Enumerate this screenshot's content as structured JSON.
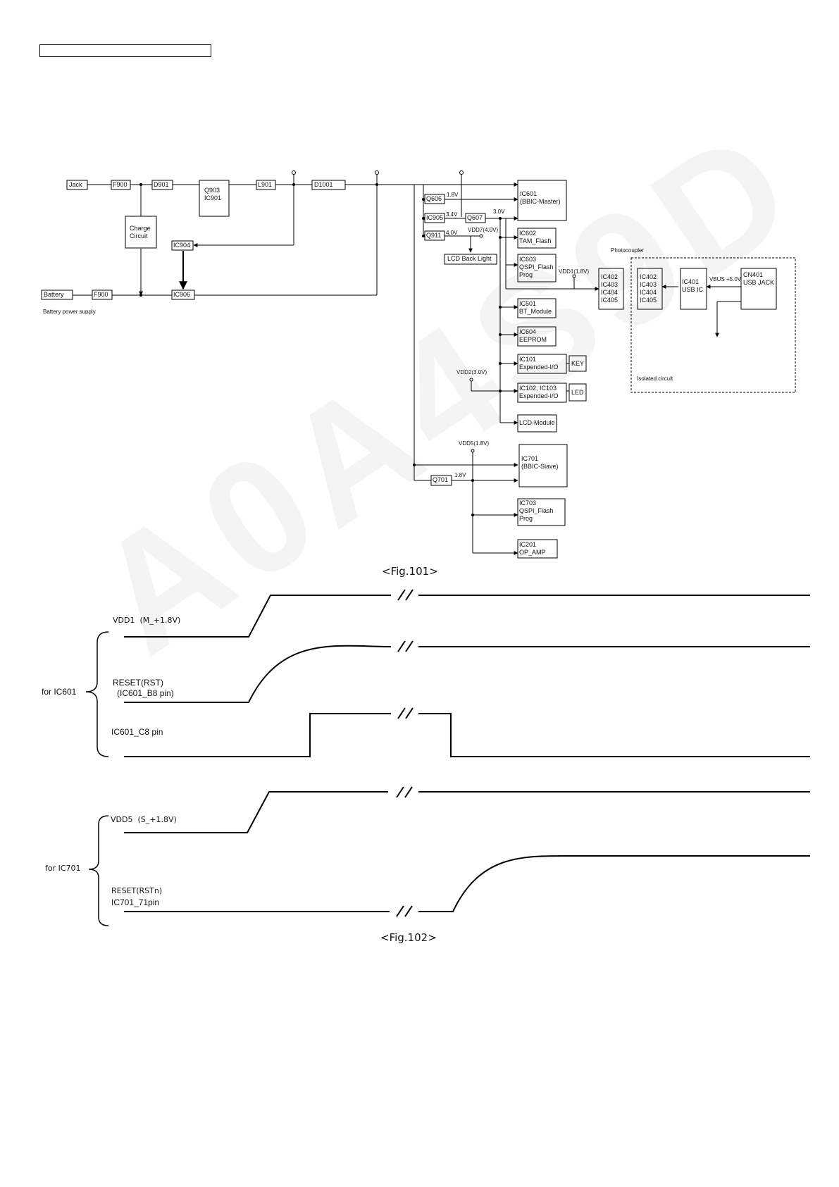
{
  "watermark": "A0A4S9D",
  "fig101": {
    "caption": "<Fig.101>",
    "blocks": {
      "jack": "Jack",
      "f900a": "F900",
      "d901": "D901",
      "q903": "Q903\nIC901",
      "l901": "L901",
      "d1001": "D1001",
      "charge": "Charge\nCircuit",
      "ic904": "IC904",
      "battery": "Battery",
      "f900b": "F900",
      "ic906": "IC906",
      "q606": "Q606",
      "ic905": "IC905",
      "q607": "Q607",
      "q911": "Q911",
      "lcd_back": "LCD Back Light",
      "ic601": "IC601\n(BBIC-Master)",
      "ic602": "IC602\nTAM_Flash",
      "ic603": "IC603\nQSPI_Flash\nProg",
      "ic402a": "IC402\nIC403\nIC404\nIC405",
      "ic501": "IC501\nBT_Module",
      "ic604": "IC604\nEEPROM",
      "ic101": "IC101\nExpended-I/O",
      "key": "KEY",
      "ic102": "IC102, IC103\nExpended-I/O",
      "led": "LED",
      "lcd_mod": "LCD-Module",
      "ic701": "IC701\n(BBIC-Slave)",
      "q701": "Q701",
      "ic703": "IC703\nQSPI_Flash\nProg",
      "ic201": "IC201\nOP_AMP",
      "ic402b": "IC402\nIC403\nIC404\nIC405",
      "ic401": "IC401\nUSB IC",
      "cn401": "CN401\nUSB JACK"
    },
    "labels": {
      "battery_supply": "Battery power supply",
      "v18a": "1.8V",
      "v34": "3.4V",
      "v30": "3.0V",
      "v40": "4.0V",
      "vdd7": "VDD7(4.0V)",
      "vdd1": "VDD1(1.8V)",
      "vdd2": "VDD2(3.0V)",
      "vdd5": "VDD5(1.8V)",
      "v18b": "1.8V",
      "photocoupler": "Photocoupler",
      "vbus": "VBUS +5.0V",
      "isolated": "Isolated circuit"
    }
  },
  "fig102": {
    "caption": "<Fig.102>",
    "group_ic601": "for IC601",
    "group_ic701": "for IC701",
    "vdd1": "VDD1  (M_+1.8V)",
    "reset_rst": "RESET(RST)",
    "reset_pin": "(IC601_B8 pin)",
    "c8": "IC601_C8 pin",
    "vdd5": "VDD5  (S_+1.8V)",
    "rstn": "RESET(RSTn)",
    "pin71": "IC701_71pin"
  }
}
